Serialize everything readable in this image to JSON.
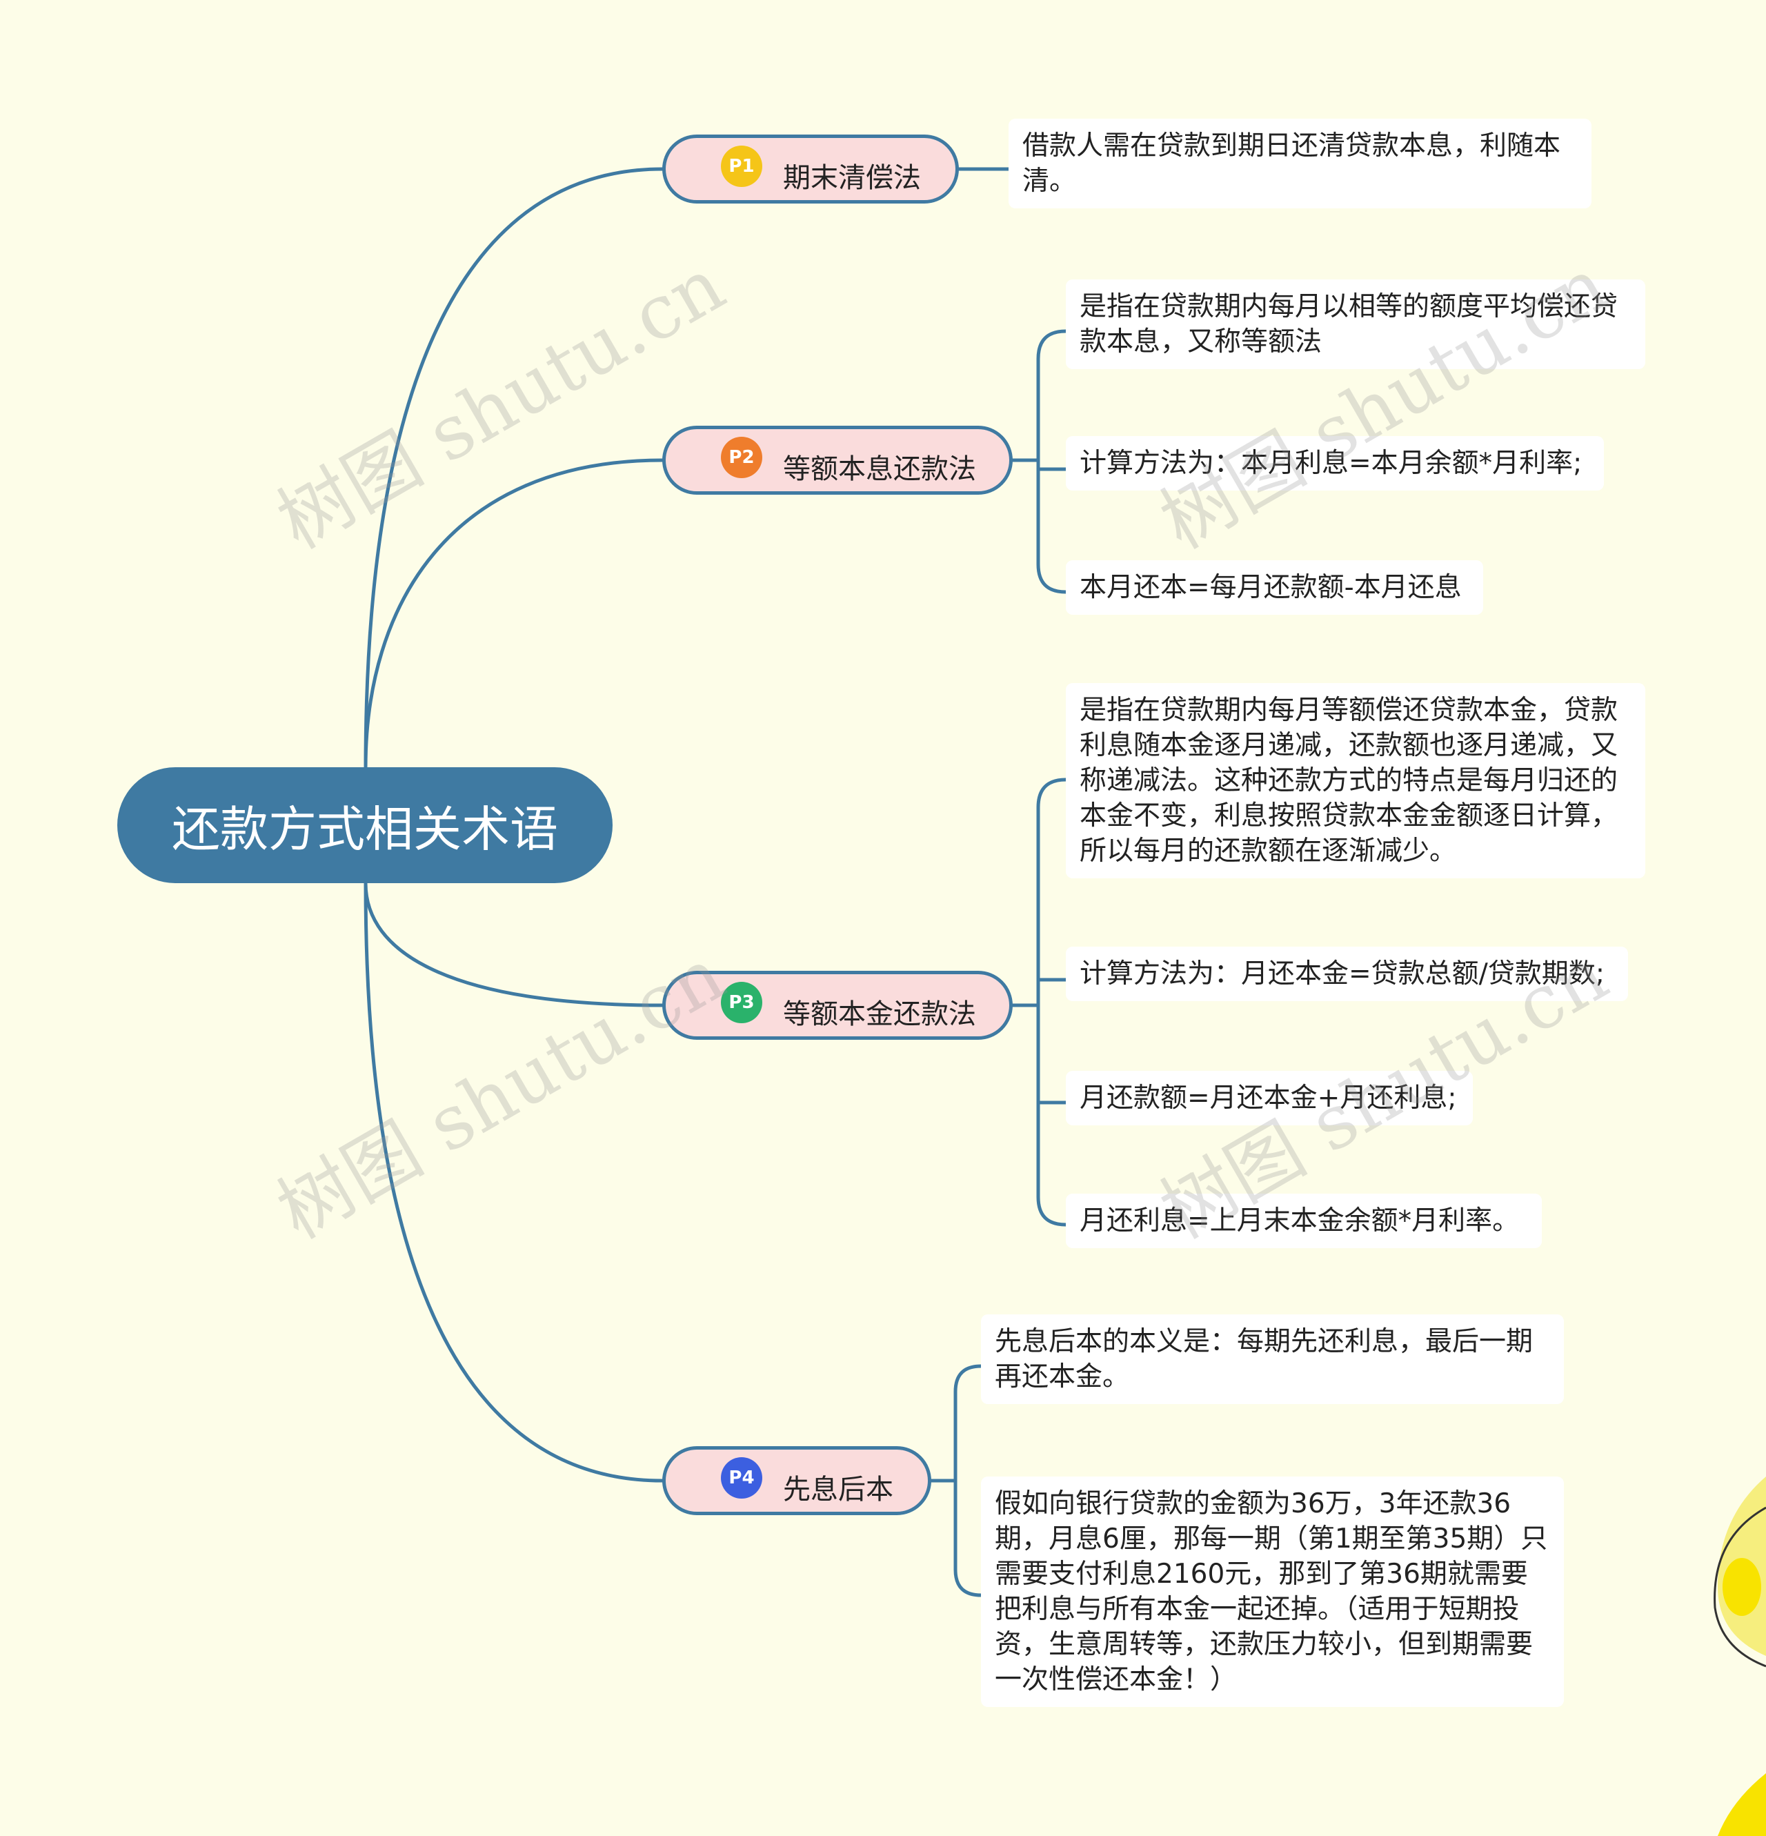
{
  "root": {
    "title": "还款方式相关术语"
  },
  "branches": [
    {
      "badge": "P1",
      "badge_color": "#f5c518",
      "label": "期末清偿法",
      "notes": [
        "借款人需在贷款到期日还清贷款本息，利随本清。"
      ]
    },
    {
      "badge": "P2",
      "badge_color": "#ef7d2c",
      "label": "等额本息还款法",
      "notes": [
        "是指在贷款期内每月以相等的额度平均偿还贷款本息，又称等额法",
        "计算方法为：本月利息=本月余额*月利率;",
        "本月还本=每月还款额-本月还息"
      ]
    },
    {
      "badge": "P3",
      "badge_color": "#2ab26b",
      "label": "等额本金还款法",
      "notes": [
        "是指在贷款期内每月等额偿还贷款本金，贷款利息随本金逐月递减，还款额也逐月递减，又称递减法。这种还款方式的特点是每月归还的本金不变，利息按照贷款本金金额逐日计算，所以每月的还款额在逐渐减少。",
        "计算方法为：月还本金=贷款总额/贷款期数;",
        "月还款额=月还本金+月还利息;",
        "月还利息=上月末本金余额*月利率。"
      ]
    },
    {
      "badge": "P4",
      "badge_color": "#3c5fe0",
      "label": "先息后本",
      "notes": [
        "先息后本的本义是：每期先还利息，最后一期再还本金。",
        "假如向银行贷款的金额为36万，3年还款36期，月息6厘，那每一期（第1期至第35期）只需要支付利息2160元，那到了第36期就需要把利息与所有本金一起还掉。（适用于短期投资，生意周转等，还款压力较小，但到期需要一次性偿还本金！）"
      ]
    }
  ],
  "watermark": "树图 shutu.cn",
  "colors": {
    "line": "#3f7aa2",
    "background": "#fdfde8",
    "branch_fill": "#fadcdc"
  }
}
